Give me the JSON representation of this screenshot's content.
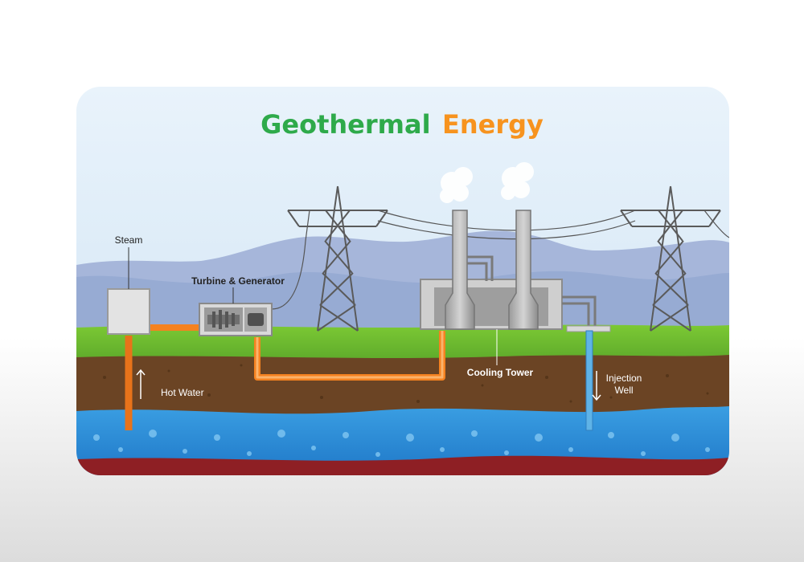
{
  "title": {
    "part1": "Geothermal",
    "part2": "Energy"
  },
  "labels": {
    "steam": "Steam",
    "turbine_generator": "Turbine & Generator",
    "cooling_tower": "Cooling Tower",
    "hot_water": "Hot Water",
    "injection_line1": "Injection",
    "injection_line2": "Well"
  },
  "colors": {
    "title_green": "#2eaa4a",
    "title_orange": "#f7931e",
    "sky": "#dcecf8",
    "mountain": "#9fb2d8",
    "grass": "#6fbf2e",
    "soil": "#6b4424",
    "water": "#2f8fd8",
    "bedrock": "#8e1f24",
    "hot_pipe": "#f58220",
    "cold_pipe": "#5fb3e6"
  }
}
